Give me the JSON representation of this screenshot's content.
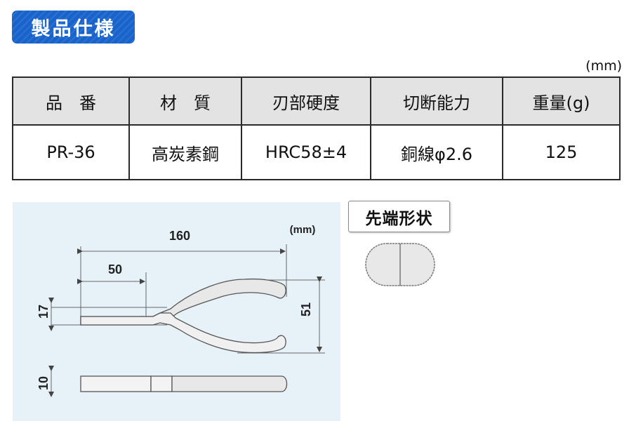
{
  "section": {
    "title": "製品仕様"
  },
  "table": {
    "unit": "(mm)",
    "headers": [
      "品　番",
      "材　質",
      "刃部硬度",
      "切断能力",
      "重量(g)"
    ],
    "rows": [
      [
        "PR-36",
        "高炭素鋼",
        "HRC58±4",
        "銅線φ2.6",
        "125"
      ]
    ]
  },
  "diagram": {
    "unit": "(mm)",
    "dimensions": {
      "overall_length": "160",
      "jaw_length": "50",
      "jaw_width": "17",
      "handle_span": "51",
      "thickness": "10"
    },
    "colors": {
      "panel_bg": "#e6f1f8",
      "handle_fill": "#e8e8e8",
      "line": "#555555"
    }
  },
  "tip_shape": {
    "label": "先端形状"
  },
  "colors": {
    "badge": "#1a63c9",
    "header_bg": "#e3e3e3",
    "border": "#2a2a2a"
  }
}
